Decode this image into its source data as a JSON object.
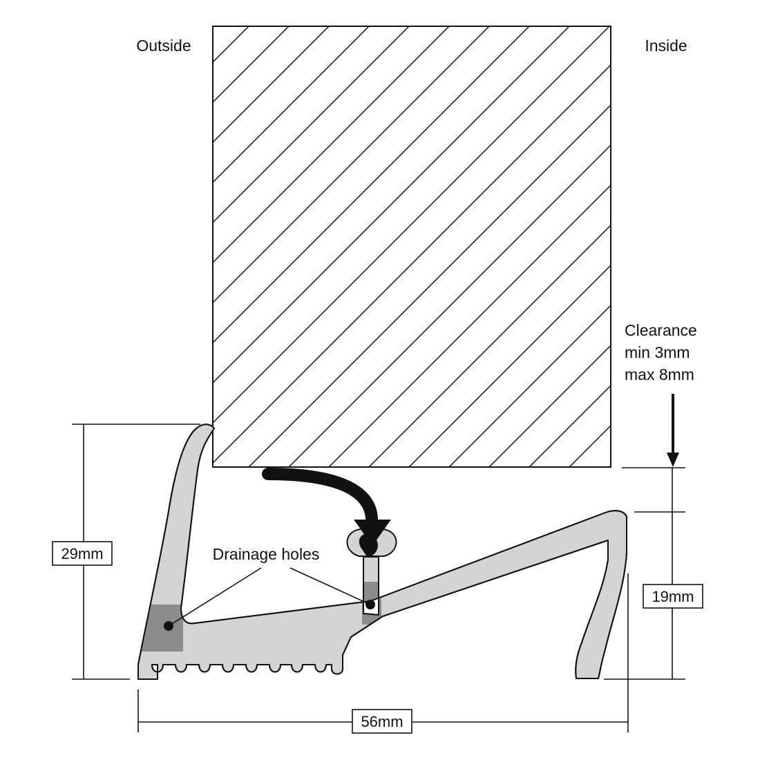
{
  "labels": {
    "outside": "Outside",
    "inside": "Inside",
    "clearance": [
      "Clearance",
      "min 3mm",
      "max 8mm"
    ],
    "drainage": "Drainage holes"
  },
  "dimensions": {
    "height_total": "29mm",
    "height_inside": "19mm",
    "width": "56mm"
  },
  "colors": {
    "outline": "#111111",
    "profile_fill": "#d4d4d4",
    "drain_shade": "#8c8c8c",
    "seal": "#111111",
    "door_hatch": "#222222"
  }
}
